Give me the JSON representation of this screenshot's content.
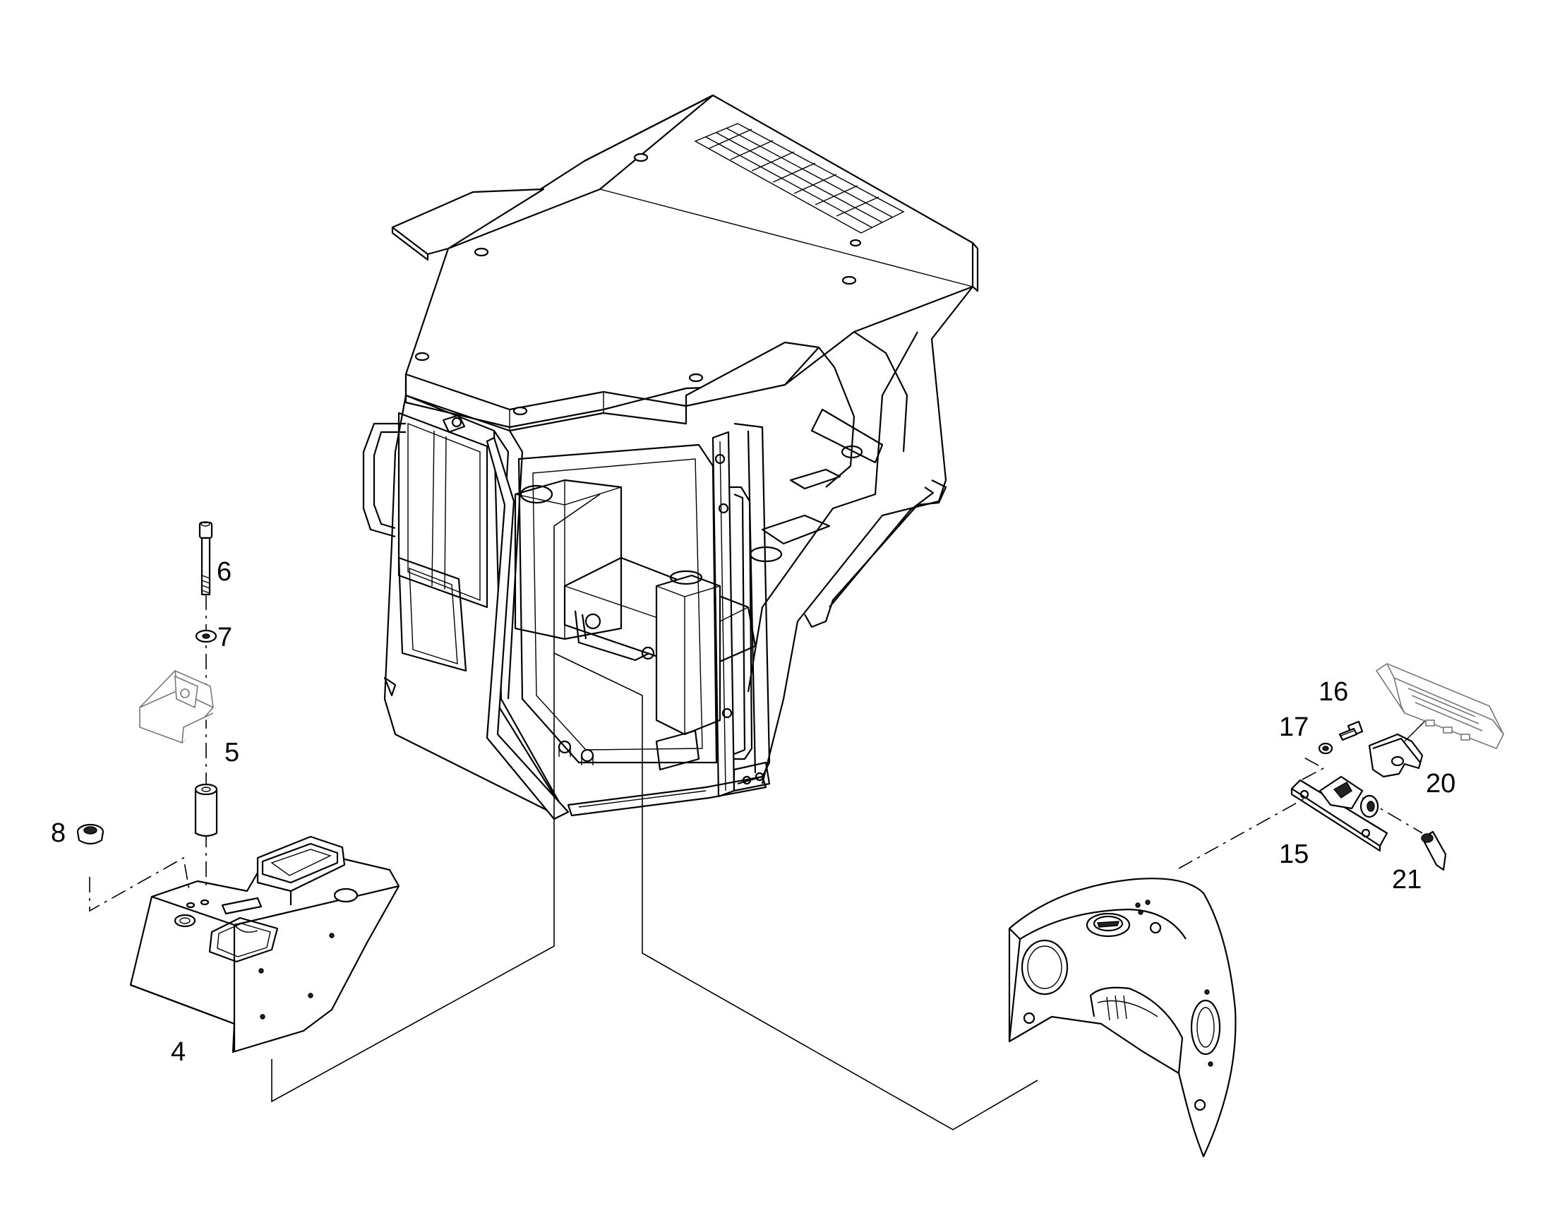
{
  "labels": {
    "p4": "4",
    "p5": "5",
    "p6": "6",
    "p7": "7",
    "p8": "8",
    "p15": "15",
    "p16": "16",
    "p17": "17",
    "p20": "20",
    "p21": "21"
  }
}
